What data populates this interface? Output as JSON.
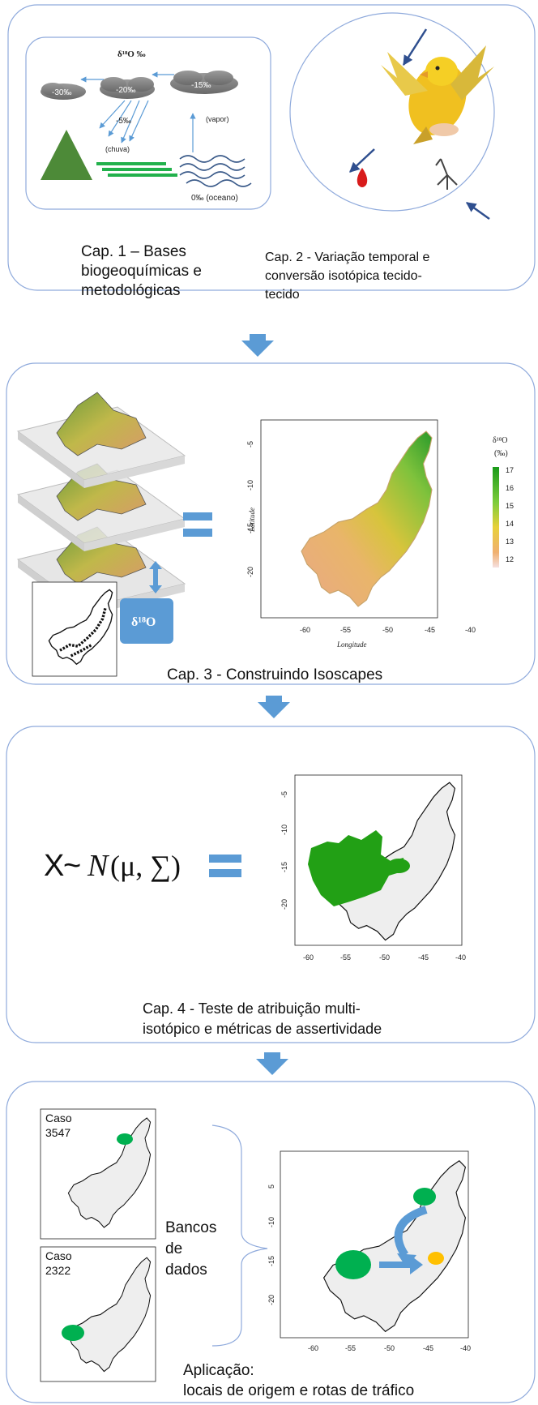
{
  "panel1": {
    "delta_title": "δ¹⁸O ‰",
    "cloud_left": "-30‰",
    "cloud_mid": "-20‰",
    "cloud_right": "-15‰",
    "rain_value": "-5‰",
    "rain_label": "(chuva)",
    "vapor_label": "(vapor)",
    "ocean_label": "0‰ (oceano)",
    "cap1_line1": "Cap. 1 – Bases",
    "cap1_line2": "biogeoquímicas e",
    "cap1_line3": "metodológicas",
    "cap2_line1": "Cap. 2 - Variação temporal e",
    "cap2_line2": "conversão isotópica tecido-",
    "cap2_line3": "tecido"
  },
  "panel2": {
    "isotope_badge": "δ¹⁸O",
    "legend_title_line1": "δ¹⁸O",
    "legend_title_line2": "(‰)",
    "legend_ticks": [
      "17",
      "16",
      "15",
      "14",
      "13",
      "12"
    ],
    "map_ylabel": "Latitude",
    "map_xlabel": "Longitude",
    "map_yticks": [
      "-5",
      "-10",
      "-15",
      "-20"
    ],
    "map_xticks": [
      "-60",
      "-55",
      "-50",
      "-45",
      "-40"
    ],
    "caption": "Cap. 3 - Construindo Isoscapes"
  },
  "panel3": {
    "formula_x": "X",
    "formula_tilde": "~",
    "formula_n": "N",
    "formula_args": "(μ, ∑)",
    "map_yticks": [
      "-5",
      "-10",
      "-15",
      "-20"
    ],
    "map_xticks": [
      "-60",
      "-55",
      "-50",
      "-45",
      "-40"
    ],
    "caption_line1": "Cap. 4 - Teste de atribuição multi-",
    "caption_line2": "isotópico e métricas de assertividade"
  },
  "panel4": {
    "case1_label": "Caso",
    "case1_number": "3547",
    "case2_label": "Caso",
    "case2_number": "2322",
    "banks_line1": "Bancos",
    "banks_line2": "de",
    "banks_line3": "dados",
    "map_yticks": [
      "5",
      "-10",
      "-15",
      "-20"
    ],
    "map_xticks": [
      "-60",
      "-55",
      "-50",
      "-45",
      "-40"
    ],
    "caption_line1": "Aplicação:",
    "caption_line2": "locais de origem e rotas de tráfico"
  },
  "colors": {
    "panel_border": "#8faadc",
    "arrow_blue": "#5b9bd5",
    "green": "#00b050",
    "orange": "#ffc000"
  }
}
